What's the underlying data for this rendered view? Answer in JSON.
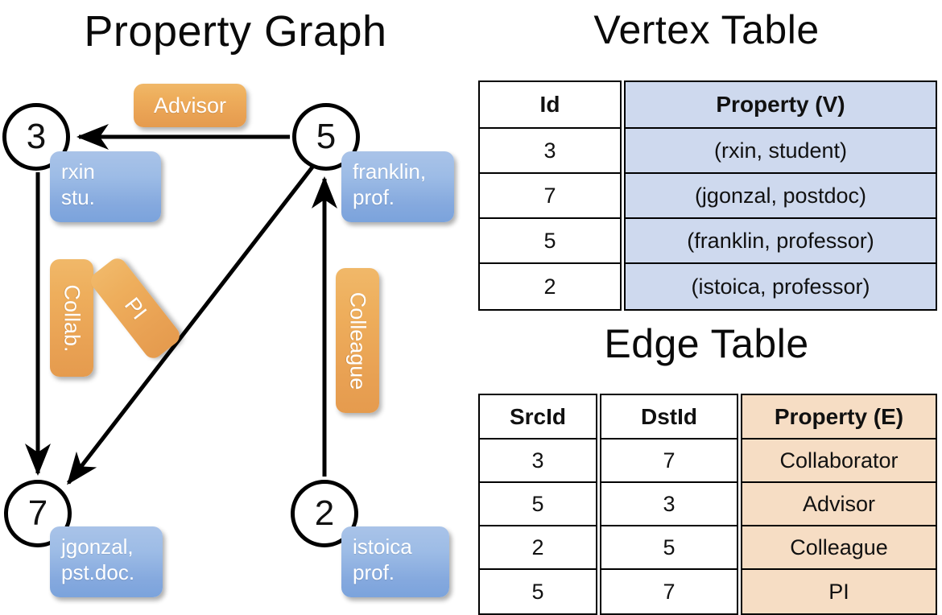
{
  "titles": {
    "property_graph": "Property Graph",
    "vertex_table": "Vertex Table",
    "edge_table": "Edge Table"
  },
  "colors": {
    "vertex_shade": "#ced9ee",
    "edge_shade": "#f6ddc4",
    "prop_box": "#8fb2e2",
    "edge_box": "#eca95a",
    "stroke": "#000000"
  },
  "graph": {
    "vertices": [
      {
        "id": "3",
        "property_label": "rxin\nstu.",
        "name": "rxin",
        "role": "stu."
      },
      {
        "id": "5",
        "property_label": "franklin,\nprof.",
        "name": "franklin,",
        "role": "prof."
      },
      {
        "id": "7",
        "property_label": "jgonzal,\npst.doc.",
        "name": "jgonzal,",
        "role": "pst.doc."
      },
      {
        "id": "2",
        "property_label": "istoica\nprof.",
        "name": "istoica",
        "role": "prof."
      }
    ],
    "edge_labels": [
      {
        "key": "advisor",
        "label": "Advisor",
        "src": "5",
        "dst": "3"
      },
      {
        "key": "collab",
        "label": "Collab.",
        "src": "3",
        "dst": "7"
      },
      {
        "key": "pi",
        "label": "PI",
        "src": "5",
        "dst": "7"
      },
      {
        "key": "colleague",
        "label": "Colleague",
        "src": "2",
        "dst": "5"
      }
    ]
  },
  "vertex_table": {
    "headers": [
      "Id",
      "Property (V)"
    ],
    "rows": [
      {
        "id": "3",
        "property": "(rxin, student)"
      },
      {
        "id": "7",
        "property": "(jgonzal, postdoc)"
      },
      {
        "id": "5",
        "property": "(franklin, professor)"
      },
      {
        "id": "2",
        "property": "(istoica, professor)"
      }
    ]
  },
  "edge_table": {
    "headers": [
      "SrcId",
      "DstId",
      "Property (E)"
    ],
    "rows": [
      {
        "src": "3",
        "dst": "7",
        "property": "Collaborator"
      },
      {
        "src": "5",
        "dst": "3",
        "property": "Advisor"
      },
      {
        "src": "2",
        "dst": "5",
        "property": "Colleague"
      },
      {
        "src": "5",
        "dst": "7",
        "property": "PI"
      }
    ]
  }
}
